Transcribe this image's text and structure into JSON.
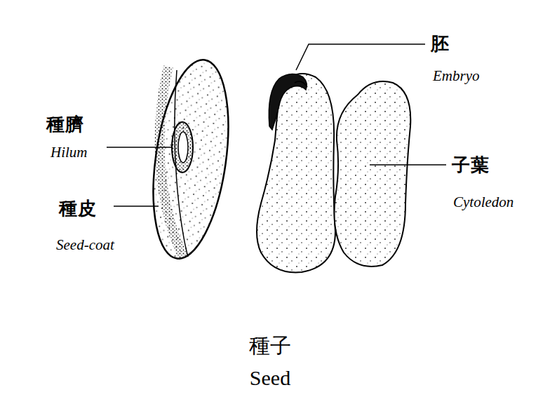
{
  "diagram": {
    "caption": "種子 Seed",
    "labels": [
      "胚",
      "Embryo",
      "種臍",
      "Hilum",
      "子葉",
      "Cytoledon",
      "種皮",
      "Seed-coat"
    ]
  }
}
